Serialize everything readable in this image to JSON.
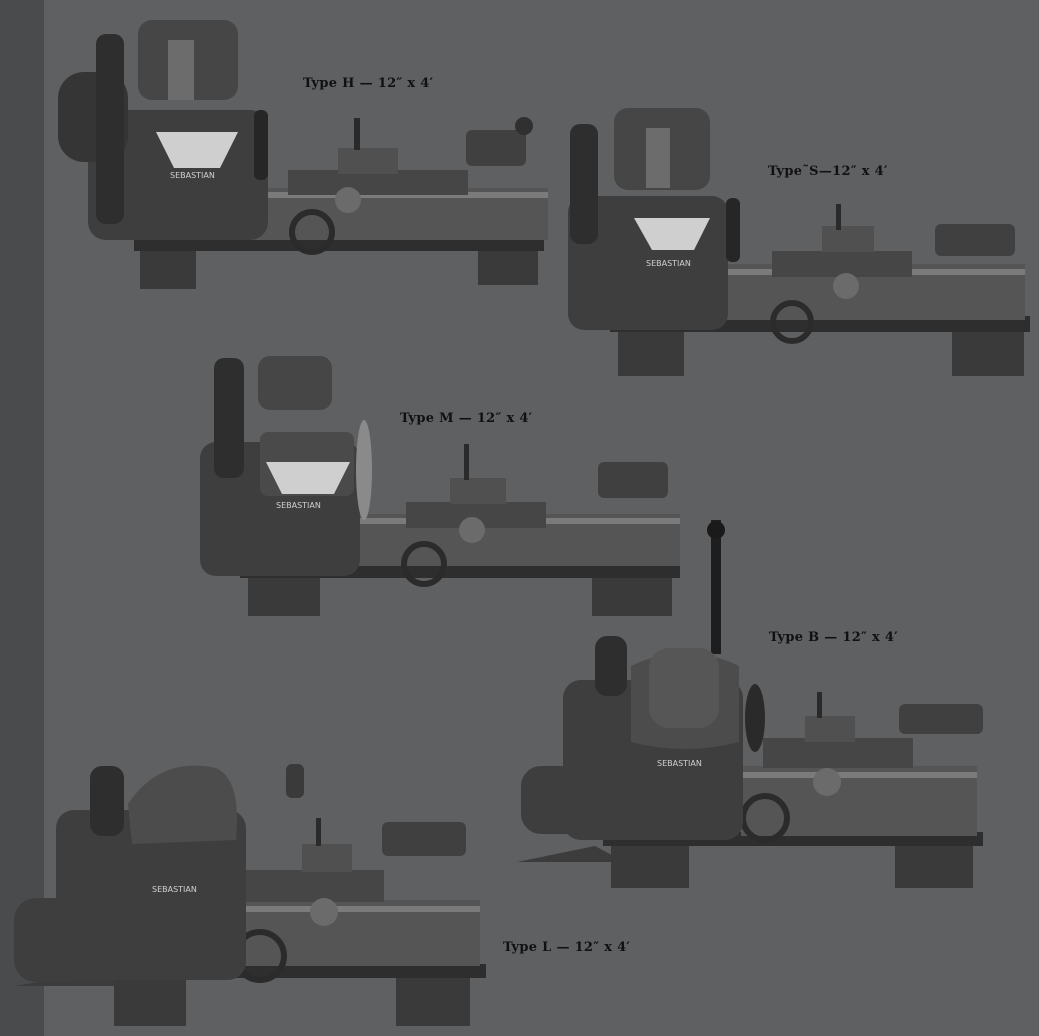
{
  "figures": [
    {
      "id": "H",
      "caption": "Type H — 12″ x 4′",
      "nameplate": "SEBASTIAN"
    },
    {
      "id": "S",
      "caption": "Type˜S—12″ x 4′",
      "nameplate": "SEBASTIAN"
    },
    {
      "id": "M",
      "caption": "Type M — 12″ x 4′",
      "nameplate": "SEBASTIAN"
    },
    {
      "id": "B",
      "caption": "Type B — 12″ x 4′",
      "nameplate": "SEBASTIAN"
    },
    {
      "id": "L",
      "caption": "Type L — 12″ x 4′",
      "nameplate": "SEBASTIAN"
    }
  ]
}
